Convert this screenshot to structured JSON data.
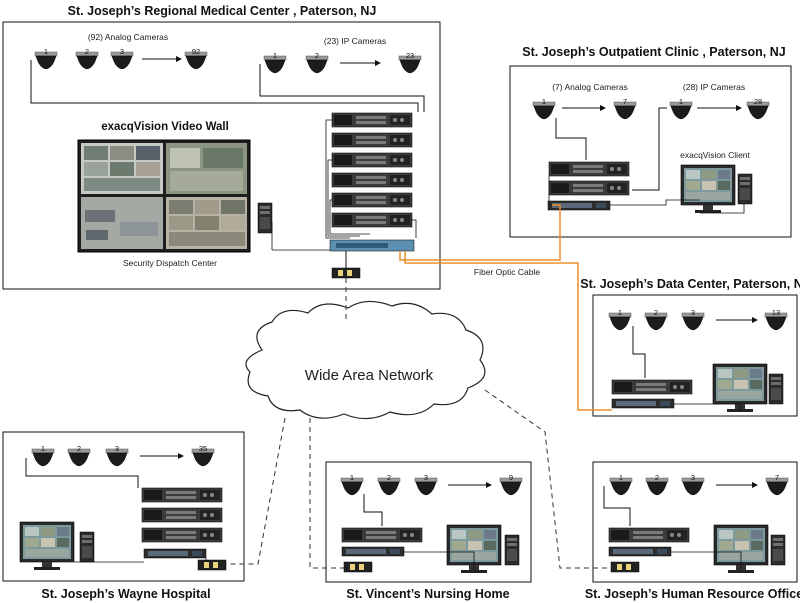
{
  "sites": {
    "regional": {
      "title": "St. Joseph’s Regional Medical Center , Paterson, NJ",
      "analog_label": "(92) Analog Cameras",
      "analog_cams": [
        "1",
        "2",
        "3",
        "92"
      ],
      "ip_label": "(23) IP Cameras",
      "ip_cams": [
        "1",
        "2",
        "23"
      ],
      "videowall_label": "exacqVision Video Wall",
      "dispatch_label": "Security Dispatch Center"
    },
    "outpatient": {
      "title": "St. Joseph’s Outpatient Clinic , Paterson, NJ",
      "analog_label": "(7) Analog Cameras",
      "analog_cams": [
        "1",
        "7"
      ],
      "ip_label": "(28) IP Cameras",
      "ip_cams": [
        "1",
        "28"
      ],
      "client_label": "exacqVision Client"
    },
    "datacenter": {
      "title": "St. Joseph’s Data Center, Paterson, NJ",
      "cams": [
        "1",
        "2",
        "3",
        "13"
      ]
    },
    "wayne": {
      "title": "St. Joseph’s Wayne Hospital",
      "cams": [
        "1",
        "2",
        "3",
        "35"
      ]
    },
    "vincent": {
      "title": "St. Vincent’s Nursing Home",
      "cams": [
        "1",
        "2",
        "3",
        "9"
      ]
    },
    "hr": {
      "title": "St. Joseph’s Human Resource Office",
      "cams": [
        "1",
        "2",
        "3",
        "7"
      ]
    }
  },
  "network": {
    "wan_label": "Wide Area Network",
    "fiber_label": "Fiber Optic Cable",
    "fiber_color": "#e8902a"
  }
}
